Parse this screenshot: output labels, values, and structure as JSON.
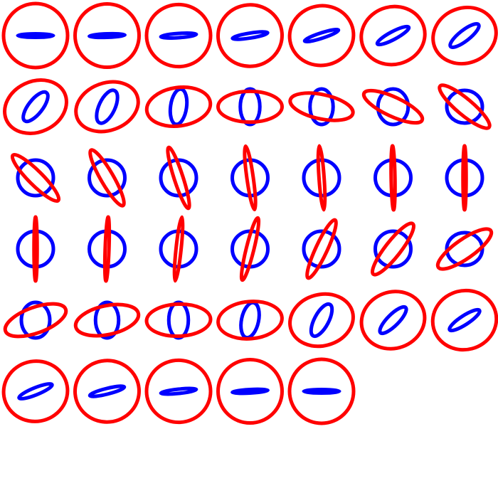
{
  "colors": {
    "background": "#ffffff",
    "outer_ellipse": "#ff0000",
    "inner_ellipse": "#0000ff"
  },
  "grid": {
    "columns": 7,
    "rows": 6,
    "total_cells": 40
  },
  "cells": [
    {
      "index": 0,
      "inner_angle_deg": 0,
      "inner_aspect": 0.1,
      "outer_angle_deg": 0,
      "outer_aspect": 1.0
    },
    {
      "index": 1,
      "inner_angle_deg": -2,
      "inner_aspect": 0.1,
      "outer_angle_deg": 0,
      "outer_aspect": 0.99
    },
    {
      "index": 2,
      "inner_angle_deg": -4,
      "inner_aspect": 0.12,
      "outer_angle_deg": 0,
      "outer_aspect": 0.97
    },
    {
      "index": 3,
      "inner_angle_deg": -9,
      "inner_aspect": 0.14,
      "outer_angle_deg": -5,
      "outer_aspect": 0.96
    },
    {
      "index": 4,
      "inner_angle_deg": -18,
      "inner_aspect": 0.15,
      "outer_angle_deg": -10,
      "outer_aspect": 0.93
    },
    {
      "index": 5,
      "inner_angle_deg": -28,
      "inner_aspect": 0.22,
      "outer_angle_deg": -15,
      "outer_aspect": 0.9
    },
    {
      "index": 6,
      "inner_angle_deg": -38,
      "inner_aspect": 0.3,
      "outer_angle_deg": -20,
      "outer_aspect": 0.86
    },
    {
      "index": 7,
      "inner_angle_deg": -52,
      "inner_aspect": 0.4,
      "outer_angle_deg": -25,
      "outer_aspect": 0.79
    },
    {
      "index": 8,
      "inner_angle_deg": -65,
      "inner_aspect": 0.45,
      "outer_angle_deg": -20,
      "outer_aspect": 0.74
    },
    {
      "index": 9,
      "inner_angle_deg": -82,
      "inner_aspect": 0.45,
      "outer_angle_deg": -8,
      "outer_aspect": 0.6
    },
    {
      "index": 10,
      "inner_angle_deg": 90,
      "inner_aspect": 0.55,
      "outer_angle_deg": 0,
      "outer_aspect": 0.48
    },
    {
      "index": 11,
      "inner_angle_deg": 90,
      "inner_aspect": 0.65,
      "outer_angle_deg": 12,
      "outer_aspect": 0.38
    },
    {
      "index": 12,
      "inner_angle_deg": 90,
      "inner_aspect": 0.85,
      "outer_angle_deg": 25,
      "outer_aspect": 0.3
    },
    {
      "index": 13,
      "inner_angle_deg": 0,
      "inner_aspect": 0.92,
      "outer_angle_deg": 40,
      "outer_aspect": 0.25
    },
    {
      "index": 14,
      "inner_angle_deg": 0,
      "inner_aspect": 1.0,
      "outer_angle_deg": 45,
      "outer_aspect": 0.22
    },
    {
      "index": 15,
      "inner_angle_deg": 0,
      "inner_aspect": 1.0,
      "outer_angle_deg": 60,
      "outer_aspect": 0.2
    },
    {
      "index": 16,
      "inner_angle_deg": 0,
      "inner_aspect": 1.0,
      "outer_angle_deg": 72,
      "outer_aspect": 0.14
    },
    {
      "index": 17,
      "inner_angle_deg": 0,
      "inner_aspect": 1.0,
      "outer_angle_deg": 82,
      "outer_aspect": 0.1
    },
    {
      "index": 18,
      "inner_angle_deg": 0,
      "inner_aspect": 1.0,
      "outer_angle_deg": 86,
      "outer_aspect": 0.08
    },
    {
      "index": 19,
      "inner_angle_deg": 0,
      "inner_aspect": 1.0,
      "outer_angle_deg": 89,
      "outer_aspect": 0.06
    },
    {
      "index": 20,
      "inner_angle_deg": 0,
      "inner_aspect": 1.0,
      "outer_angle_deg": 90,
      "outer_aspect": 0.05
    },
    {
      "index": 21,
      "inner_angle_deg": 0,
      "inner_aspect": 1.0,
      "outer_angle_deg": 90,
      "outer_aspect": 0.05
    },
    {
      "index": 22,
      "inner_angle_deg": 0,
      "inner_aspect": 1.0,
      "outer_angle_deg": 92,
      "outer_aspect": 0.06
    },
    {
      "index": 23,
      "inner_angle_deg": 0,
      "inner_aspect": 1.0,
      "outer_angle_deg": 96,
      "outer_aspect": 0.08
    },
    {
      "index": 24,
      "inner_angle_deg": 0,
      "inner_aspect": 1.0,
      "outer_angle_deg": 104,
      "outer_aspect": 0.12
    },
    {
      "index": 25,
      "inner_angle_deg": 0,
      "inner_aspect": 1.0,
      "outer_angle_deg": 115,
      "outer_aspect": 0.18
    },
    {
      "index": 26,
      "inner_angle_deg": 0,
      "inner_aspect": 1.0,
      "outer_angle_deg": 128,
      "outer_aspect": 0.24
    },
    {
      "index": 27,
      "inner_angle_deg": 0,
      "inner_aspect": 0.92,
      "outer_angle_deg": 145,
      "outer_aspect": 0.3
    },
    {
      "index": 28,
      "inner_angle_deg": 90,
      "inner_aspect": 0.8,
      "outer_angle_deg": 160,
      "outer_aspect": 0.4
    },
    {
      "index": 29,
      "inner_angle_deg": 90,
      "inner_aspect": 0.65,
      "outer_angle_deg": 168,
      "outer_aspect": 0.45
    },
    {
      "index": 30,
      "inner_angle_deg": 90,
      "inner_aspect": 0.55,
      "outer_angle_deg": 178,
      "outer_aspect": 0.5
    },
    {
      "index": 31,
      "inner_angle_deg": -78,
      "inner_aspect": 0.48,
      "outer_angle_deg": -5,
      "outer_aspect": 0.58
    },
    {
      "index": 32,
      "inner_angle_deg": -62,
      "inner_aspect": 0.4,
      "outer_angle_deg": -15,
      "outer_aspect": 0.8
    },
    {
      "index": 33,
      "inner_angle_deg": -45,
      "inner_aspect": 0.32,
      "outer_angle_deg": -20,
      "outer_aspect": 0.88
    },
    {
      "index": 34,
      "inner_angle_deg": -33,
      "inner_aspect": 0.25,
      "outer_angle_deg": -15,
      "outer_aspect": 0.92
    },
    {
      "index": 35,
      "inner_angle_deg": -22,
      "inner_aspect": 0.2,
      "outer_angle_deg": -10,
      "outer_aspect": 0.94
    },
    {
      "index": 36,
      "inner_angle_deg": -14,
      "inner_aspect": 0.16,
      "outer_angle_deg": -5,
      "outer_aspect": 0.96
    },
    {
      "index": 37,
      "inner_angle_deg": -6,
      "inner_aspect": 0.12,
      "outer_angle_deg": 0,
      "outer_aspect": 0.97
    },
    {
      "index": 38,
      "inner_angle_deg": -3,
      "inner_aspect": 0.1,
      "outer_angle_deg": 0,
      "outer_aspect": 0.99
    },
    {
      "index": 39,
      "inner_angle_deg": 0,
      "inner_aspect": 0.1,
      "outer_angle_deg": 0,
      "outer_aspect": 1.0
    }
  ]
}
